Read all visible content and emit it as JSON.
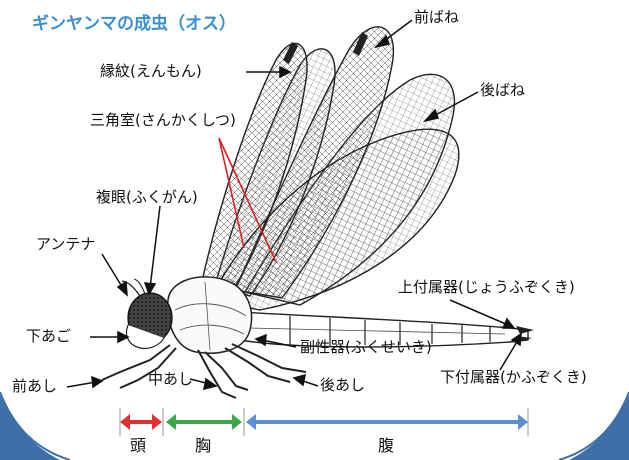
{
  "title": "ギンヤンマの成虫（オス）",
  "labels": {
    "forewing": "前ばね",
    "hindwing": "後ばね",
    "pterostigma": "縁紋(えんもん)",
    "triangle": "三角室(さんかくしつ)",
    "compound_eye": "複眼(ふくがん)",
    "antenna": "アンテナ",
    "mandible": "下あご",
    "foreleg": "前あし",
    "midleg": "中あし",
    "hindleg": "後あし",
    "accessory_genitalia": "副性器(ふくせいき)",
    "upper_appendage": "上付属器(じょうふぞくき)",
    "lower_appendage": "下付属器(かふぞくき)"
  },
  "segments": {
    "head": "頭",
    "thorax": "胸",
    "abdomen": "腹"
  },
  "colors": {
    "title": "#3a8fcf",
    "head_arrow": "#e03030",
    "thorax_arrow": "#3aa84a",
    "abdomen_arrow": "#5b8fd6",
    "background_arc": "#3d6fa8",
    "wing_vein": "#333333",
    "triangle_line": "#e02020"
  }
}
